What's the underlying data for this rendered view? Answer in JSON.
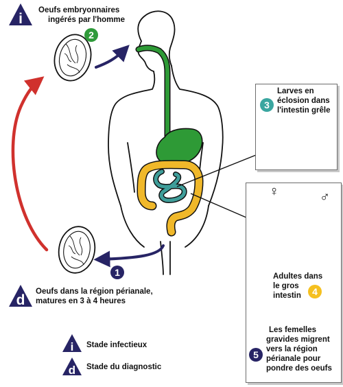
{
  "colors": {
    "navy": "#272465",
    "green": "#2f9a3a",
    "teal": "#3aa6a0",
    "yellow": "#f5c01f",
    "red": "#d0312d",
    "orange": "#f2b52c",
    "digestive_green": "#2e9a36",
    "intestine_yellow": "#f0b82a",
    "intestine_teal": "#3f9e9a"
  },
  "badges": {
    "infective": "i",
    "diagnostic": "d"
  },
  "steps": {
    "s1": "1",
    "s2": "2",
    "s3": "3",
    "s4": "4",
    "s5": "5"
  },
  "labels": {
    "step2_line1": "Oeufs embryonnaires",
    "step2_line2": "ingérés par l'homme",
    "step1_line1": "Oeufs dans la région périanale,",
    "step1_line2": "matures en 3 à 4 heures",
    "step3_line1": "Larves en",
    "step3_line2": "éclosion dans",
    "step3_line3": "l'intestin grêle",
    "step4_line1": "Adultes dans",
    "step4_line2": "le gros",
    "step4_line3": "intestin",
    "step5_line1": "Les femelles",
    "step5_line2": "gravides migrent",
    "step5_line3": "vers la région",
    "step5_line4": "périanale pour",
    "step5_line5": "pondre des oeufs"
  },
  "sex_symbols": {
    "female": "♀",
    "male": "♂"
  },
  "legend": {
    "infective": "Stade infectieux",
    "diagnostic": "Stade du diagnostic"
  }
}
